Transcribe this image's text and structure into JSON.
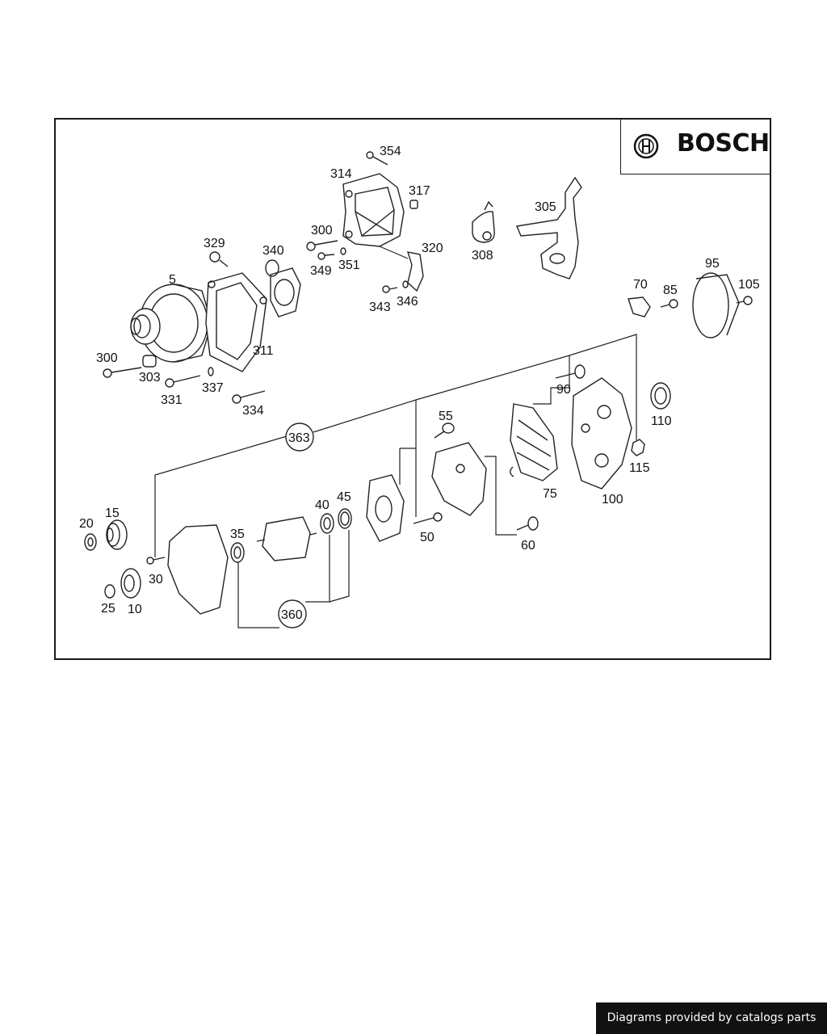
{
  "brand": {
    "name": "BOSCH",
    "logo_icon": "bosch-armature-icon"
  },
  "footer": {
    "text": "Diagrams provided by catalogs parts"
  },
  "callouts": [
    "354",
    "314",
    "317",
    "305",
    "300",
    "329",
    "340",
    "320",
    "308",
    "349",
    "351",
    "5",
    "343",
    "346",
    "70",
    "85",
    "95",
    "105",
    "300",
    "311",
    "303",
    "331",
    "337",
    "334",
    "90",
    "55",
    "110",
    "363",
    "115",
    "75",
    "100",
    "20",
    "15",
    "35",
    "40",
    "45",
    "50",
    "60",
    "30",
    "25",
    "10",
    "360"
  ],
  "group_labels": [
    "363",
    "360"
  ]
}
